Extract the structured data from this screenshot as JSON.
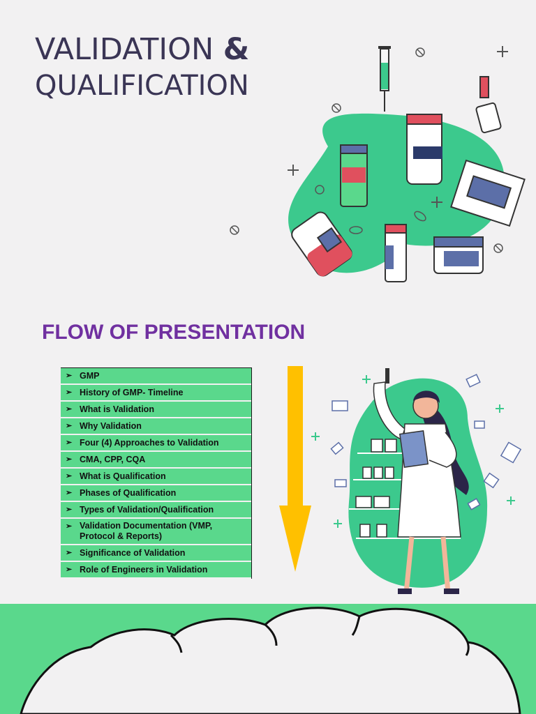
{
  "title": {
    "line1": "VALIDATION",
    "ampersand": "&",
    "line2": "QUALIFICATION"
  },
  "flow_title": "FLOW OF PRESENTATION",
  "agenda": [
    "GMP",
    "History of GMP- Timeline",
    "What is Validation",
    "Why Validation",
    "Four (4) Approaches to Validation",
    "CMA, CPP, CQA",
    "What is Qualification",
    "Phases of Qualification",
    "Types of Validation/Qualification",
    "Validation Documentation (VMP, Protocol & Reports)",
    "Significance of Validation",
    "Role of Engineers in Validation"
  ],
  "colors": {
    "title": "#3a3555",
    "flow_title": "#7030a0",
    "agenda_bg": "#5ad88c",
    "arrow": "#ffc000",
    "blob": "#3cc98d",
    "band": "#5ad88c"
  },
  "icons": {
    "bullet": "arrow-bullet-icon",
    "arrow": "down-arrow-icon",
    "hero": "medicine-illustration",
    "doctor": "scientist-illustration",
    "cloud": "cloud-shape"
  }
}
